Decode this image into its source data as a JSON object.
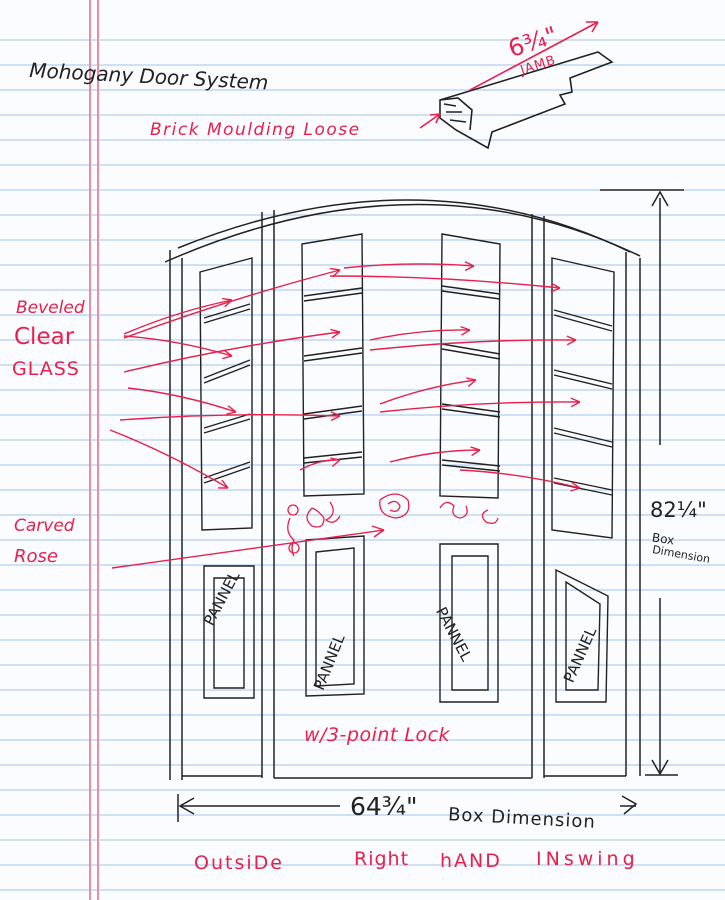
{
  "title": "Mohogany Door System",
  "jamb": {
    "size": "6¾\"",
    "label": "JAMB"
  },
  "brick_moulding": "Brick Moulding Loose",
  "glass_label": [
    "Beveled",
    "Clear",
    "GLASS"
  ],
  "rose_label": [
    "Carved",
    "Rose"
  ],
  "panel_text": "PANNEL",
  "lock_note": "w/3-point Lock",
  "height": {
    "value": "82¼\"",
    "label1": "Box",
    "label2": "Dimension"
  },
  "width": {
    "value": "64¾\"",
    "label": "Box Dimension"
  },
  "swing": [
    "OutsiDe",
    "Right",
    "hAND",
    "INswing"
  ],
  "colors": {
    "paper": "#fbfcff",
    "rule": "#9fc3e8",
    "margin": "#f08aa0",
    "pencil": "#222222",
    "red_ink": "#e8204a"
  }
}
